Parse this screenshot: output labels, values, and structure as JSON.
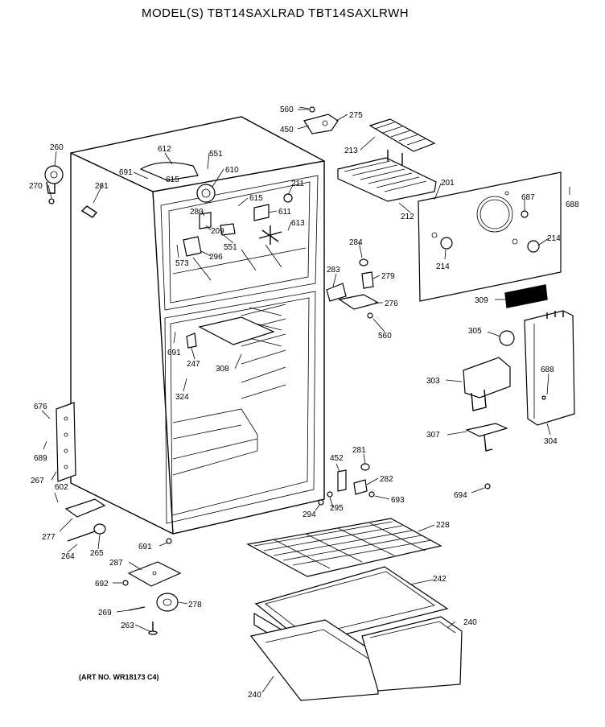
{
  "header": {
    "title": "MODEL(S) TBT14SAXLRAD  TBT14SAXLRWH"
  },
  "footer": {
    "art_no": "(ART NO. WR18173 C4)"
  },
  "callouts": [
    {
      "id": "c560a",
      "text": "560"
    },
    {
      "id": "c275",
      "text": "275"
    },
    {
      "id": "c450",
      "text": "450"
    },
    {
      "id": "c213",
      "text": "213"
    },
    {
      "id": "c260",
      "text": "260"
    },
    {
      "id": "c612",
      "text": "612"
    },
    {
      "id": "c551a",
      "text": "551"
    },
    {
      "id": "c610",
      "text": "610"
    },
    {
      "id": "c691a",
      "text": "691"
    },
    {
      "id": "c615a",
      "text": "615"
    },
    {
      "id": "c615b",
      "text": "615"
    },
    {
      "id": "c211",
      "text": "211"
    },
    {
      "id": "c270",
      "text": "270"
    },
    {
      "id": "c261",
      "text": "261"
    },
    {
      "id": "c280",
      "text": "280"
    },
    {
      "id": "c611",
      "text": "611"
    },
    {
      "id": "c209",
      "text": "209"
    },
    {
      "id": "c613",
      "text": "613"
    },
    {
      "id": "c551b",
      "text": "551"
    },
    {
      "id": "c573",
      "text": "573"
    },
    {
      "id": "c296",
      "text": "296"
    },
    {
      "id": "c201",
      "text": "201"
    },
    {
      "id": "c212",
      "text": "212"
    },
    {
      "id": "c687",
      "text": "687"
    },
    {
      "id": "c688a",
      "text": "688"
    },
    {
      "id": "c214a",
      "text": "214"
    },
    {
      "id": "c214b",
      "text": "214"
    },
    {
      "id": "c284",
      "text": "284"
    },
    {
      "id": "c283",
      "text": "283"
    },
    {
      "id": "c279",
      "text": "279"
    },
    {
      "id": "c276",
      "text": "276"
    },
    {
      "id": "c560b",
      "text": "560"
    },
    {
      "id": "c309",
      "text": "309"
    },
    {
      "id": "c305",
      "text": "305"
    },
    {
      "id": "c691b",
      "text": "691"
    },
    {
      "id": "c247",
      "text": "247"
    },
    {
      "id": "c308",
      "text": "308"
    },
    {
      "id": "c324",
      "text": "324"
    },
    {
      "id": "c303",
      "text": "303"
    },
    {
      "id": "c688b",
      "text": "688"
    },
    {
      "id": "c676",
      "text": "676"
    },
    {
      "id": "c307",
      "text": "307"
    },
    {
      "id": "c304",
      "text": "304"
    },
    {
      "id": "c689",
      "text": "689"
    },
    {
      "id": "c452",
      "text": "452"
    },
    {
      "id": "c281",
      "text": "281"
    },
    {
      "id": "c267",
      "text": "267"
    },
    {
      "id": "c282",
      "text": "282"
    },
    {
      "id": "c602",
      "text": "602"
    },
    {
      "id": "c693",
      "text": "693"
    },
    {
      "id": "c694",
      "text": "694"
    },
    {
      "id": "c295",
      "text": "295"
    },
    {
      "id": "c294",
      "text": "294"
    },
    {
      "id": "c277",
      "text": "277"
    },
    {
      "id": "c228",
      "text": "228"
    },
    {
      "id": "c691c",
      "text": "691"
    },
    {
      "id": "c264",
      "text": "264"
    },
    {
      "id": "c265",
      "text": "265"
    },
    {
      "id": "c287",
      "text": "287"
    },
    {
      "id": "c242",
      "text": "242"
    },
    {
      "id": "c692",
      "text": "692"
    },
    {
      "id": "c278",
      "text": "278"
    },
    {
      "id": "c269",
      "text": "269"
    },
    {
      "id": "c263",
      "text": "263"
    },
    {
      "id": "c240a",
      "text": "240"
    },
    {
      "id": "c240b",
      "text": "240"
    }
  ]
}
